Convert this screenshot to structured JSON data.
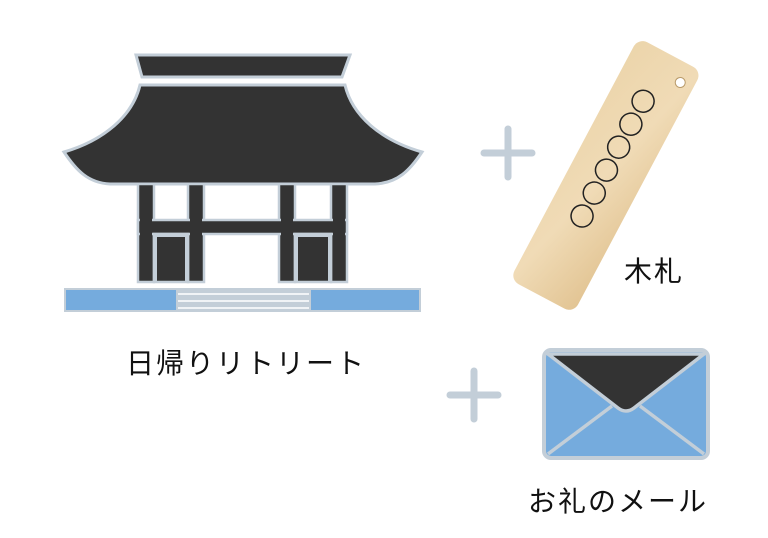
{
  "items": {
    "temple": {
      "label": "日帰りリトリート",
      "icon": "temple-gate-icon"
    },
    "wooden_tag": {
      "label": "木札",
      "icon": "wooden-tag-icon",
      "circle_count": 6
    },
    "mail": {
      "label": "お礼のメール",
      "icon": "envelope-icon"
    }
  },
  "operators": [
    {
      "symbol": "+",
      "icon": "plus-icon"
    },
    {
      "symbol": "+",
      "icon": "plus-icon"
    }
  ],
  "colors": {
    "dark": "#333333",
    "outline": "#c3ced8",
    "blue": "#75abdd",
    "wood": "#e8cfa3",
    "plus": "#c3ced8"
  }
}
